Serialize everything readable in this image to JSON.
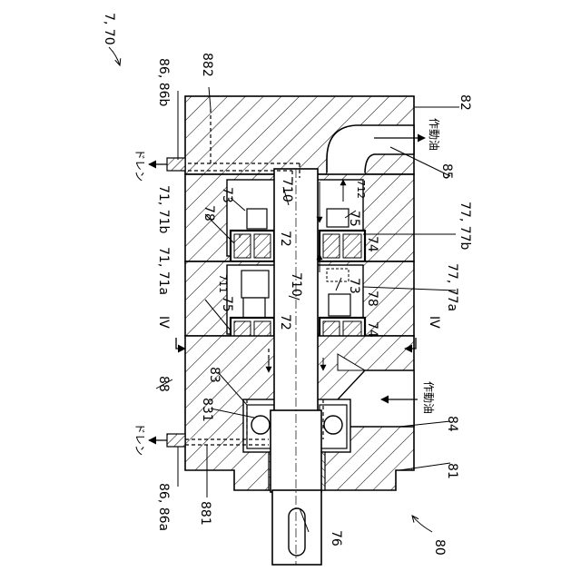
{
  "labels": {
    "figure_ref": "7, 70",
    "l_86_86b": "86, 86b",
    "l_882": "882",
    "l_82": "82",
    "l_oil_out": "作動油",
    "l_85": "85",
    "l_drain_top": "ドレン",
    "l_73_top": "73",
    "l_710_top": "710",
    "l_712": "712",
    "l_75_top": "75",
    "l_71_71b": "71, 71b",
    "l_78_top": "78",
    "l_72_top": "72",
    "l_74_top": "74",
    "l_77_77b": "77, 77b",
    "l_71_71a": "71, 71a",
    "l_711": "711",
    "l_710_mid": "710",
    "l_73_mid": "73",
    "l_78_mid": "78",
    "l_77_77a": "77, 77a",
    "l_75_mid": "75",
    "l_72_mid": "72",
    "l_74_mid": "74",
    "l_iv_left": "IV",
    "l_iv_right": "IV",
    "l_88": "88",
    "l_83": "83",
    "l_oil_in": "作動油",
    "l_831": "831",
    "l_84": "84",
    "l_drain_bottom": "ドレン",
    "l_86_86a": "86, 86a",
    "l_881": "881",
    "l_81": "81",
    "l_76": "76",
    "l_80": "80"
  }
}
